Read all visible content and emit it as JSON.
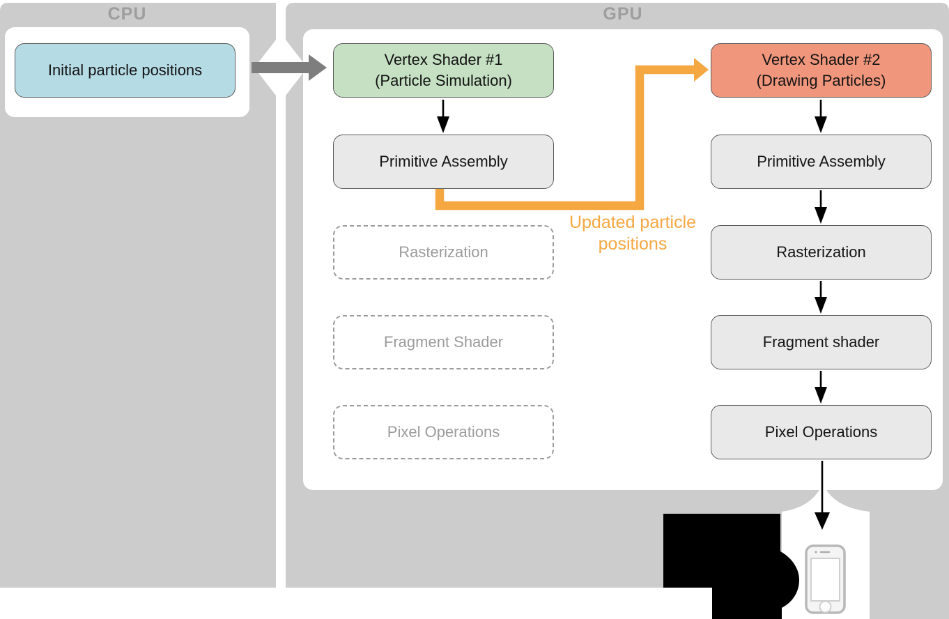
{
  "figure": {
    "cpu_panel": {
      "label": "CPU",
      "initial_box": "Initial particle positions"
    },
    "gpu_panel": {
      "label": "GPU",
      "left_pipeline": {
        "vertex_shader_line1": "Vertex Shader #1",
        "vertex_shader_line2": "(Particle Simulation)",
        "primitive_assembly": "Primitive Assembly",
        "rasterization": "Rasterization",
        "fragment_shader": "Fragment Shader",
        "pixel_operations": "Pixel Operations"
      },
      "right_pipeline": {
        "vertex_shader_line1": "Vertex Shader #2",
        "vertex_shader_line2": "(Drawing Particles)",
        "primitive_assembly": "Primitive Assembly",
        "rasterization": "Rasterization",
        "fragment_shader": "Fragment shader",
        "pixel_operations": "Pixel Operations"
      }
    },
    "annotations": {
      "feedback_line1": "Updated particle",
      "feedback_line2": "positions"
    },
    "icons": {
      "device": "iphone-icon",
      "artifact": "black-blob-graphic"
    },
    "colors": {
      "panel_gray": "#cccccc",
      "panel_label_gray": "#9e9e9e",
      "box_blue": "#b5dbe5",
      "box_green": "#c5e0c2",
      "box_salmon": "#f0967c",
      "box_gray": "#e8e9e8",
      "box_border": "#5a5a5a",
      "dashed_gray": "#9b9b9b",
      "feedback_orange": "#f5a742",
      "cpu_gpu_arrow_gray": "#7e7e7e",
      "arrow_black": "#000000"
    }
  }
}
